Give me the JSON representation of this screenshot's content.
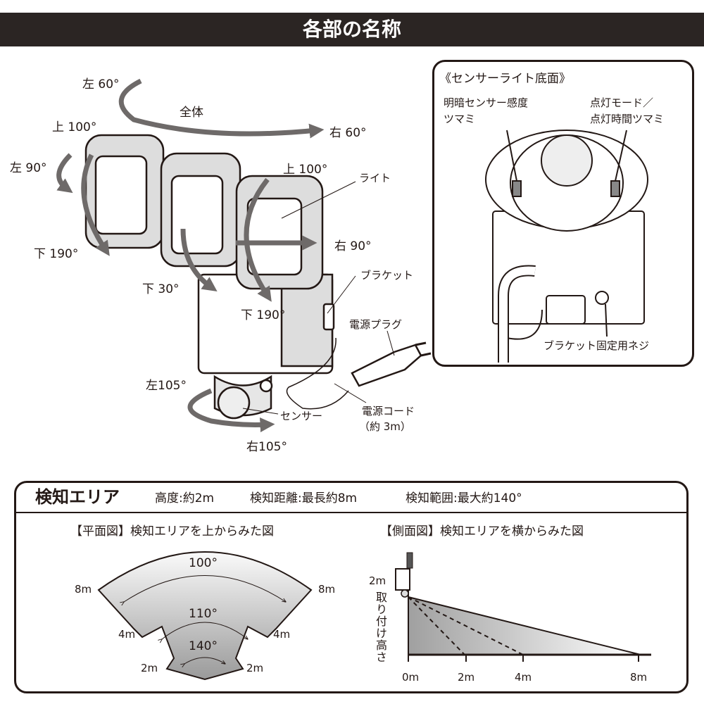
{
  "title": "各部の名称",
  "overview": {
    "whole_label": "全体",
    "whole_left": "左 60°",
    "whole_right": "右 60°",
    "light_label": "ライト",
    "left_up": "上 100°",
    "left_left": "左 90°",
    "left_down": "下 190°",
    "center_down": "下 30°",
    "right_up": "上 100°",
    "right_right": "右 90°",
    "right_down": "下 190°",
    "bracket": "ブラケット",
    "plug": "電源プラグ",
    "cord": "電源コード",
    "cord_len": "（約 3m）",
    "sensor": "センサー",
    "sensor_left": "左105°",
    "sensor_right": "右105°"
  },
  "bottom_view": {
    "title": "《センサーライト底面》",
    "knob_left_1": "明暗センサー感度",
    "knob_left_2": "ツマミ",
    "knob_right_1": "点灯モード／",
    "knob_right_2": "点灯時間ツマミ",
    "screw": "ブラケット固定用ネジ"
  },
  "detection": {
    "title": "検知エリア",
    "height": "高度:約2m",
    "distance": "検知距離:最長約8m",
    "range": "検知範囲:最大約140°",
    "plan_title": "【平面図】検知エリアを上からみた図",
    "side_title": "【側面図】検知エリアを横からみた図",
    "plan": {
      "a100": "100°",
      "a110": "110°",
      "a140": "140°",
      "d8l": "8m",
      "d8r": "8m",
      "d4l": "4m",
      "d4r": "4m",
      "d2l": "2m",
      "d2r": "2m"
    },
    "side": {
      "h": "2m",
      "vlabel": "取り付け高さ",
      "x0": "0m",
      "x2": "2m",
      "x4": "4m",
      "x8": "8m"
    }
  }
}
